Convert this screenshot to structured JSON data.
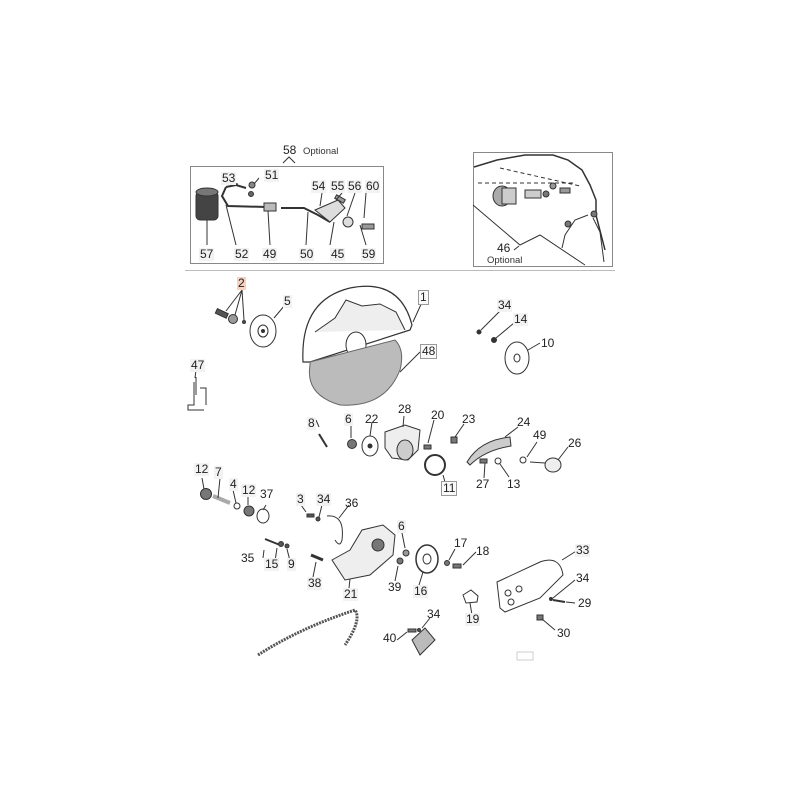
{
  "diagram": {
    "type": "exploded-parts-diagram",
    "insets": [
      {
        "id": "58",
        "title": "58",
        "note": "Optional",
        "callouts": [
          "53",
          "51",
          "54",
          "55",
          "56",
          "60",
          "57",
          "52",
          "49",
          "50",
          "45",
          "59"
        ]
      },
      {
        "id": "46",
        "title": "46",
        "note": "Optional",
        "callouts": []
      }
    ],
    "highlighted_callout": "2",
    "accent_color": "#f6d2bf"
  },
  "labels": {
    "c58": "58",
    "opt58": "Optional",
    "c53": "53",
    "c51": "51",
    "c54": "54",
    "c55": "55",
    "c56": "56",
    "c60": "60",
    "c57": "57",
    "c52": "52",
    "c49a": "49",
    "c50": "50",
    "c45": "45",
    "c59": "59",
    "c46": "46",
    "opt46": "Optional",
    "c2": "2",
    "c5": "5",
    "c1": "1",
    "c48": "48",
    "c47": "47",
    "c34a": "34",
    "c14": "14",
    "c10": "10",
    "c8": "8",
    "c6a": "6",
    "c22": "22",
    "c28": "28",
    "c20": "20",
    "c23": "23",
    "c24": "24",
    "c49b": "49",
    "c26": "26",
    "c11": "11",
    "c27": "27",
    "c13": "13",
    "c12a": "12",
    "c7": "7",
    "c4": "4",
    "c12b": "12",
    "c37": "37",
    "c3": "3",
    "c34b": "34",
    "c36": "36",
    "c35": "35",
    "c15": "15",
    "c9": "9",
    "c38": "38",
    "c21": "21",
    "c6b": "6",
    "c39": "39",
    "c16": "16",
    "c17": "17",
    "c18": "18",
    "c33": "33",
    "c34c": "34",
    "c29": "29",
    "c30": "30",
    "c19": "19",
    "c34d": "34",
    "c40": "40"
  }
}
